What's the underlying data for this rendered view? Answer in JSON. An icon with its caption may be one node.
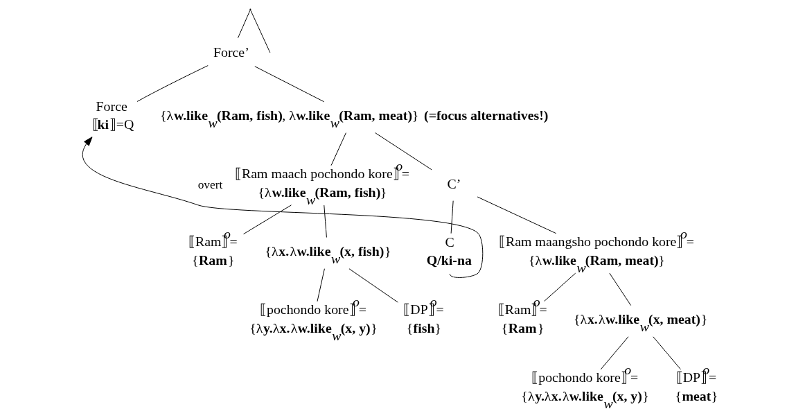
{
  "diagram": {
    "nodes": [
      {
        "text": [],
        "shape": "point"
      },
      {
        "text": [
          "Force’"
        ]
      },
      {
        "text": [
          "Force",
          "⟦**ki**⟧=Q"
        ]
      },
      {
        "text": [
          "{λ**w.like**$_{w}$**(Ram, fish)**, λ**w.like**$_{w}$**(Ram, meat)**}"
        ],
        "beside": [
          "(=focus alternatives!)"
        ]
      },
      {
        "text": [
          "⟦Ram maach pochondo kore⟧$^{o}$=",
          "{λ**w.like**$_{w}$**(Ram, fish)**}"
        ]
      },
      {
        "text": [
          "C’"
        ]
      },
      {
        "text": [
          "⟦Ram⟧$^{o}$=",
          "{**Ram**}"
        ]
      },
      {
        "text": [
          "{λ**x.**λ**w.like**$_{w}$**(x, fish)**}"
        ]
      },
      {
        "text": [
          "⟦pochondo kore⟧$^{o}$=",
          "{λ**y.**λ**x.**λ**w.like**$_{w}$**(x, y)**}"
        ]
      },
      {
        "text": [
          "⟦DP⟧$^{o}$=",
          "{**fish**}"
        ]
      },
      {
        "text": [
          "C",
          "**Q/ki-na**"
        ]
      },
      {
        "text": [
          "⟦Ram maangsho pochondo kore⟧$^{o}$=",
          "{λ**w.like**$_{w}$**(Ram, meat)**}"
        ]
      },
      {
        "text": [
          "⟦Ram⟧$^{o}$=",
          "{**Ram**}"
        ]
      },
      {
        "text": [
          "{λ**x.**λ**w.like**$_{w}$**(x, meat)**}"
        ]
      },
      {
        "text": [
          "⟦pochondo kore⟧$^{o}$=",
          "{λ**y.**λ**x.**λ**w.like**$_{w}$**(x, y)**}"
        ]
      },
      {
        "text": [
          "⟦DP⟧$^{o}$=",
          "{**meat**}"
        ]
      }
    ],
    "edges": [
      {
        "from": 0,
        "to": null,
        "arrow": "none"
      },
      {
        "from": 0,
        "to": 1,
        "arrow": "none"
      },
      {
        "from": 1,
        "to": 2,
        "arrow": "none"
      },
      {
        "from": 1,
        "to": 3,
        "arrow": "none"
      },
      {
        "from": 3,
        "to": 4,
        "arrow": "none"
      },
      {
        "from": 3,
        "to": 5,
        "arrow": "none"
      },
      {
        "from": 4,
        "to": 6,
        "arrow": "none"
      },
      {
        "from": 4,
        "to": 7,
        "arrow": "none"
      },
      {
        "from": 7,
        "to": 8,
        "arrow": "none"
      },
      {
        "from": 7,
        "to": 9,
        "arrow": "none"
      },
      {
        "from": 5,
        "to": 10,
        "arrow": "none"
      },
      {
        "from": 5,
        "to": 11,
        "arrow": "none"
      },
      {
        "from": 11,
        "to": 12,
        "arrow": "none"
      },
      {
        "from": 11,
        "to": 13,
        "arrow": "none"
      },
      {
        "from": 13,
        "to": 14,
        "arrow": "none"
      },
      {
        "from": 13,
        "to": 15,
        "arrow": "none"
      },
      {
        "from": 10,
        "to": 2,
        "arrow": "to",
        "label": "overt"
      }
    ]
  }
}
